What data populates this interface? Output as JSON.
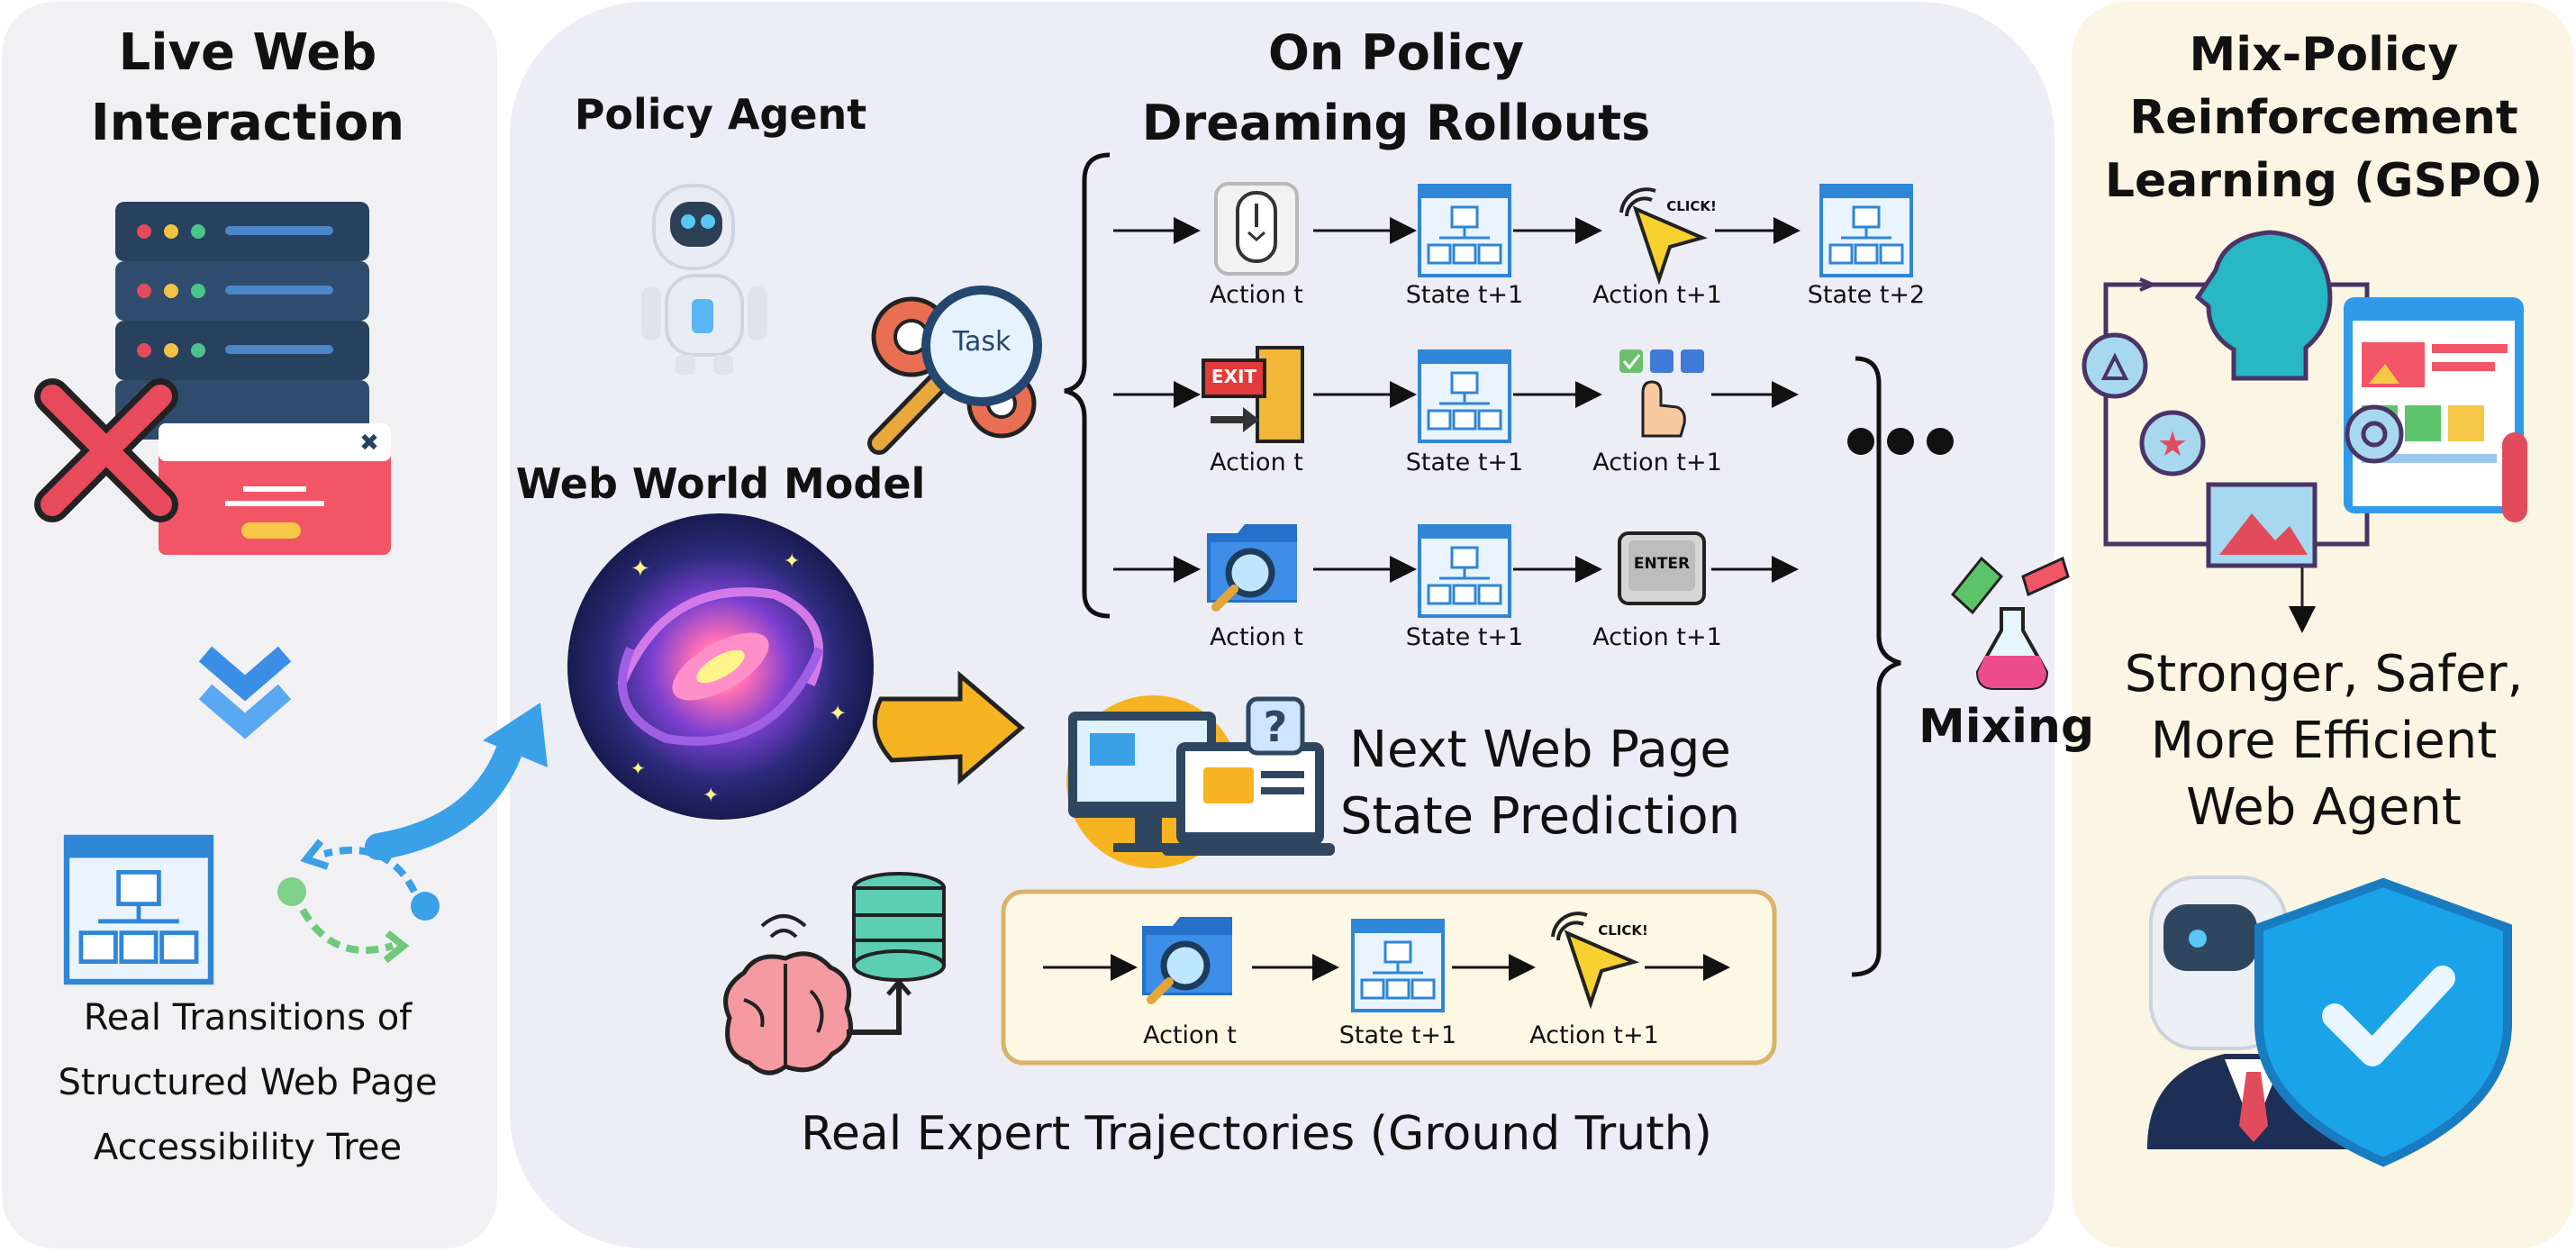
{
  "left": {
    "title_line1": "Live Web",
    "title_line2": "Interaction",
    "caption_line1": "Real Transitions of",
    "caption_line2": "Structured Web Page",
    "caption_line3": "Accessibility Tree"
  },
  "middle": {
    "title_line1": "On Policy",
    "title_line2": "Dreaming Rollouts",
    "policy_agent": "Policy Agent",
    "task_label": "Task",
    "world_model": "Web World Model",
    "prediction_line1": "Next Web Page",
    "prediction_line2": "State Prediction",
    "expert_caption": "Real Expert Trajectories (Ground Truth)",
    "mixing": "Mixing",
    "rollouts": [
      {
        "steps": [
          "Action t",
          "State t+1",
          "Action t+1",
          "State t+2"
        ]
      },
      {
        "steps": [
          "Action t",
          "State t+1",
          "Action t+1"
        ]
      },
      {
        "steps": [
          "Action t",
          "State t+1",
          "Action t+1"
        ]
      }
    ],
    "expert_steps": [
      "Action t",
      "State t+1",
      "Action t+1"
    ],
    "icon_texts": {
      "click": "CLICK!",
      "exit": "EXIT",
      "enter": "ENTER"
    }
  },
  "right": {
    "title_line1": "Mix-Policy",
    "title_line2": "Reinforcement",
    "title_line3": "Learning (GSPO)",
    "result_line1": "Stronger, Safer,",
    "result_line2": "More Efficient",
    "result_line3": "Web Agent"
  },
  "colors": {
    "left_panel": "#f1f1f4",
    "middle_panel": "#ededf5",
    "right_panel": "#fbf6e3",
    "accent_blue": "#3aa0e8",
    "expert_box": "#fdf8e4",
    "expert_border": "#d8b36a"
  }
}
